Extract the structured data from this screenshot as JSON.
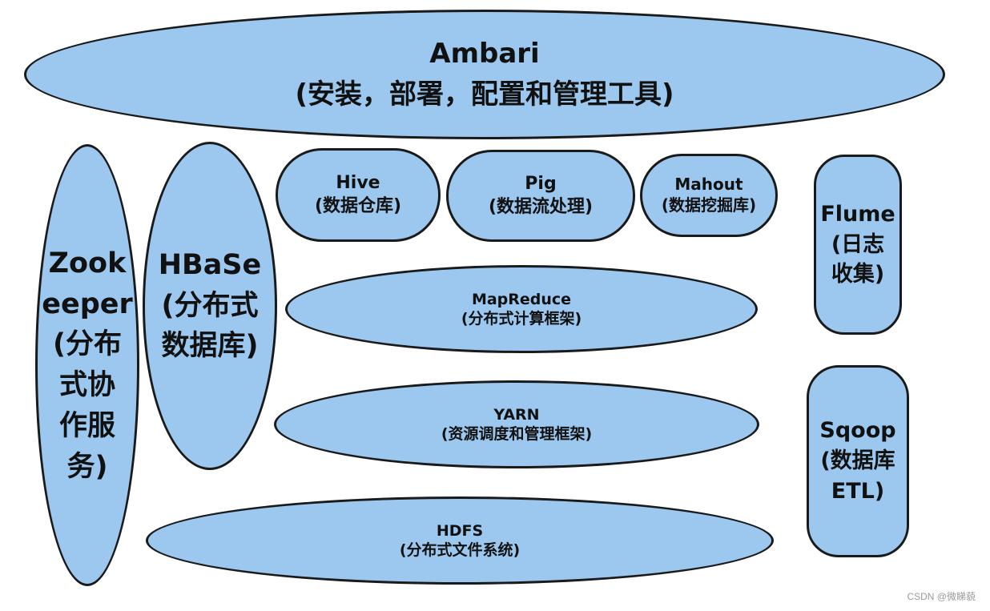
{
  "components": {
    "ambari": {
      "name": "Ambari",
      "desc": "(安装，部署，配置和管理工具)"
    },
    "zookeeper": {
      "name_l1": "Zook",
      "name_l2": "eeper",
      "desc_l1": "(分布",
      "desc_l2": "式协",
      "desc_l3": "作服",
      "desc_l4": "务)"
    },
    "hbase": {
      "name": "HBaSe",
      "desc_l1": "(分布式",
      "desc_l2": "数据库)"
    },
    "hive": {
      "name": "Hive",
      "desc": "(数据仓库)"
    },
    "pig": {
      "name": "Pig",
      "desc": "(数据流处理)"
    },
    "mahout": {
      "name": "Mahout",
      "desc": "(数据挖掘库)"
    },
    "flume": {
      "name": "Flume",
      "desc_l1": "(日志",
      "desc_l2": "收集)"
    },
    "mapreduce": {
      "name": "MapReduce",
      "desc": "(分布式计算框架)"
    },
    "yarn": {
      "name": "YARN",
      "desc": "(资源调度和管理框架)"
    },
    "sqoop": {
      "name": "Sqoop",
      "desc_l1": "(数据库",
      "desc_l2": "ETL)"
    },
    "hdfs": {
      "name": "HDFS",
      "desc": "(分布式文件系统)"
    }
  },
  "watermark": "CSDN @微睇藐",
  "colors": {
    "fill": "#9cc8ef",
    "border": "#1a1a1a",
    "text": "#111111"
  }
}
